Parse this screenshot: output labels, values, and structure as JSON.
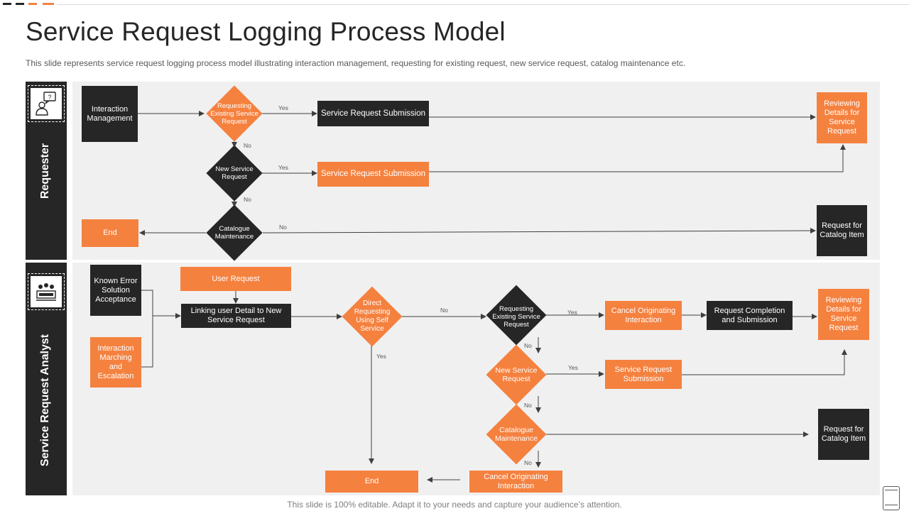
{
  "page": {
    "title": "Service Request Logging Process Model",
    "subtitle": "This slide represents service request logging process model illustrating interaction management, requesting for existing request, new service request, catalog maintenance etc.",
    "footer": "This slide is 100% editable. Adapt it to your needs and capture your audience’s attention."
  },
  "colors": {
    "dark": "#262626",
    "accent": "#f5813f",
    "lane_bg": "#f0f0f0",
    "arrow": "#404040"
  },
  "icons": {
    "requester": "person-question-icon",
    "analyst": "analyst-desk-icon",
    "device": "tablet-icon"
  },
  "lanes": {
    "requester": "Requester",
    "analyst": "Service Request Analyst"
  },
  "requester": {
    "interaction_management": "Interaction Management",
    "d_existing": "Requesting Existing Service Request",
    "d_new": "New Service Request",
    "d_catalogue": "Catalogue Maintenance",
    "submission_1": "Service Request Submission",
    "submission_2": "Service Request Submission",
    "reviewing": "Reviewing Details for Service Request",
    "catalog_item": "Request for Catalog Item",
    "end": "End",
    "yes_1": "Yes",
    "yes_2": "Yes",
    "no_1": "No",
    "no_2": "No",
    "no_3": "No"
  },
  "analyst": {
    "known_error": "Known Error Solution Acceptance",
    "interaction_marching": "Interaction Marching and Escalation",
    "user_request": "User Request",
    "linking": "Linking user Detail to New Service Request",
    "d_direct": "Direct Requesting Using Self Service",
    "d_existing": "Requesting Existing Service Request",
    "d_new": "New Service Request",
    "d_catalogue": "Catalogue Maintenance",
    "cancel_1": "Cancel Originating Interaction",
    "completion": "Request Completion and Submission",
    "reviewing": "Reviewing Details for Service Request",
    "submission": "Service Request Submission",
    "catalog_item": "Request for Catalog Item",
    "cancel_2": "Cancel Originating Interaction",
    "end": "End",
    "no_direct": "No",
    "yes_direct": "Yes",
    "yes_existing": "Yes",
    "no_existing": "No",
    "yes_new": "Yes",
    "no_new": "No",
    "no_catalogue": "No"
  }
}
